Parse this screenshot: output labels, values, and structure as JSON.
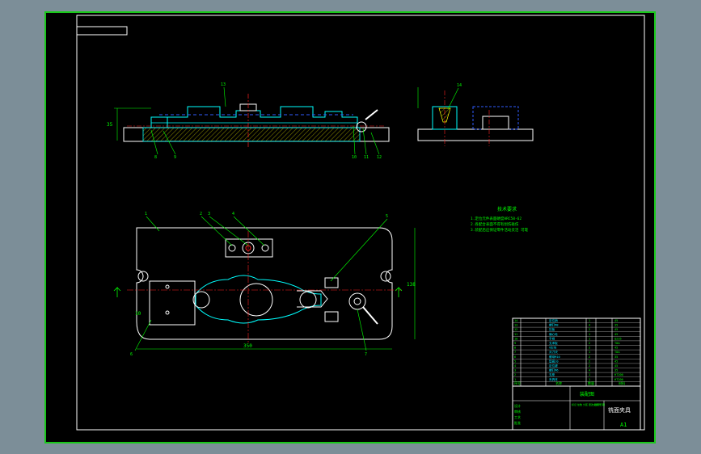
{
  "drawing": {
    "colors": {
      "sheet_border": "#19c819",
      "outline": "#ffffff",
      "section": "#00ffff",
      "dimension": "#00ff00",
      "centerline": "#ff2020",
      "hatch": "#7a7a00",
      "dashed": "#2f5bff"
    },
    "notes": {
      "title": "技术要求",
      "lines": [
        "1.定位元件表面硬度HRC58-62",
        "2.各配合表面不得有划伤碰伤",
        "3.装配后应保证零件活动灵活 可靠"
      ]
    },
    "dimensions": {
      "width_label": "350",
      "height_label": "138",
      "side_height_label": "35",
      "extra_label": "10"
    },
    "balloons": [
      "1",
      "2",
      "3",
      "4",
      "5",
      "6",
      "7",
      "8",
      "9",
      "10",
      "11",
      "12",
      "13",
      "14"
    ],
    "title_block": {
      "title": "铣面夹具",
      "sheet_size": "A1",
      "material_label": "装配图",
      "bom_rows": [
        [
          "14",
          "定位销",
          "1",
          "45"
        ],
        [
          "13",
          "螺钉M8",
          "4",
          "35"
        ],
        [
          "12",
          "压板",
          "2",
          "45"
        ],
        [
          "11",
          "偏心轮",
          "1",
          "45"
        ],
        [
          "10",
          "手柄",
          "1",
          "Q235"
        ],
        [
          "9",
          "支承板",
          "2",
          "T8A"
        ],
        [
          "8",
          "V形块",
          "2",
          "45"
        ],
        [
          "7",
          "对刀块",
          "1",
          "T8A"
        ],
        [
          "6",
          "螺母M10",
          "2",
          "35"
        ],
        [
          "5",
          "垫圈10",
          "2",
          "45"
        ],
        [
          "4",
          "定位键",
          "2",
          "45"
        ],
        [
          "3",
          "螺钉M6",
          "4",
          "35"
        ],
        [
          "2",
          "支座",
          "1",
          "HT200"
        ],
        [
          "1",
          "夹具体",
          "1",
          "HT200"
        ]
      ],
      "header": [
        "序号",
        "名称",
        "数量",
        "材料"
      ],
      "signatures": [
        "设计",
        "审核",
        "工艺",
        "批准"
      ],
      "scale_labels": [
        "标记",
        "处数",
        "分区",
        "更改文件号",
        "签名",
        "日期"
      ]
    }
  }
}
